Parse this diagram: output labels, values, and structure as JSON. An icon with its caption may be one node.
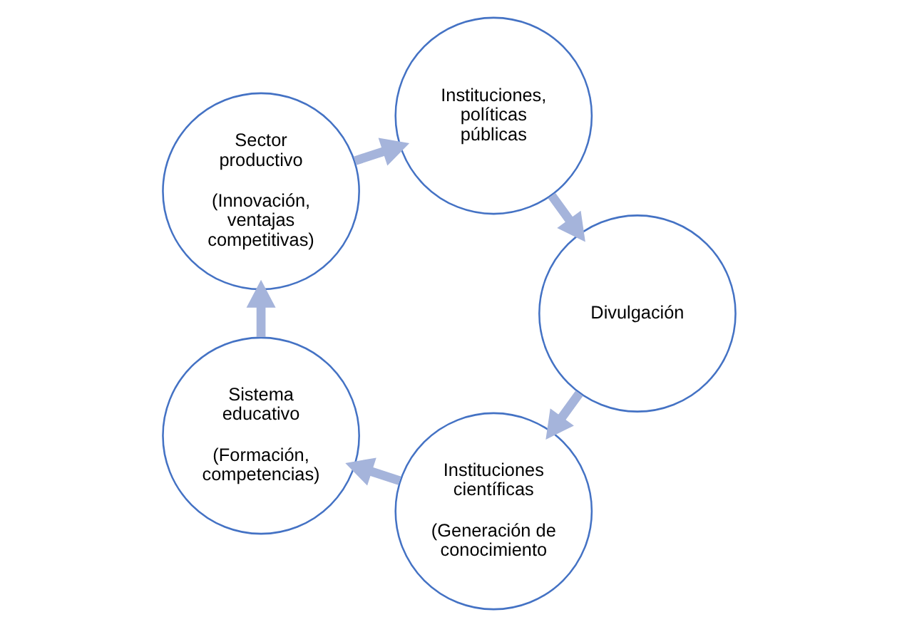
{
  "diagram": {
    "nodes": [
      {
        "text": [
          "Instituciones científicas",
          "(Generación de conocimiento"
        ]
      },
      {
        "text": [
          "Sistema educativo",
          "(Formación, competencias)"
        ]
      },
      {
        "text": [
          "Sector productivo",
          "(Innovación, ventajas competitivas)"
        ]
      },
      {
        "text": [
          "Instituciones, políticas públicas"
        ]
      },
      {
        "text": [
          "Divulgación"
        ]
      }
    ],
    "edges": [
      {
        "from": 0,
        "to": 1,
        "arrow": "to"
      },
      {
        "from": 1,
        "to": 2,
        "arrow": "to"
      },
      {
        "from": 2,
        "to": 3,
        "arrow": "to"
      },
      {
        "from": 3,
        "to": 4,
        "arrow": "to"
      },
      {
        "from": 4,
        "to": 0,
        "arrow": "to"
      }
    ]
  }
}
